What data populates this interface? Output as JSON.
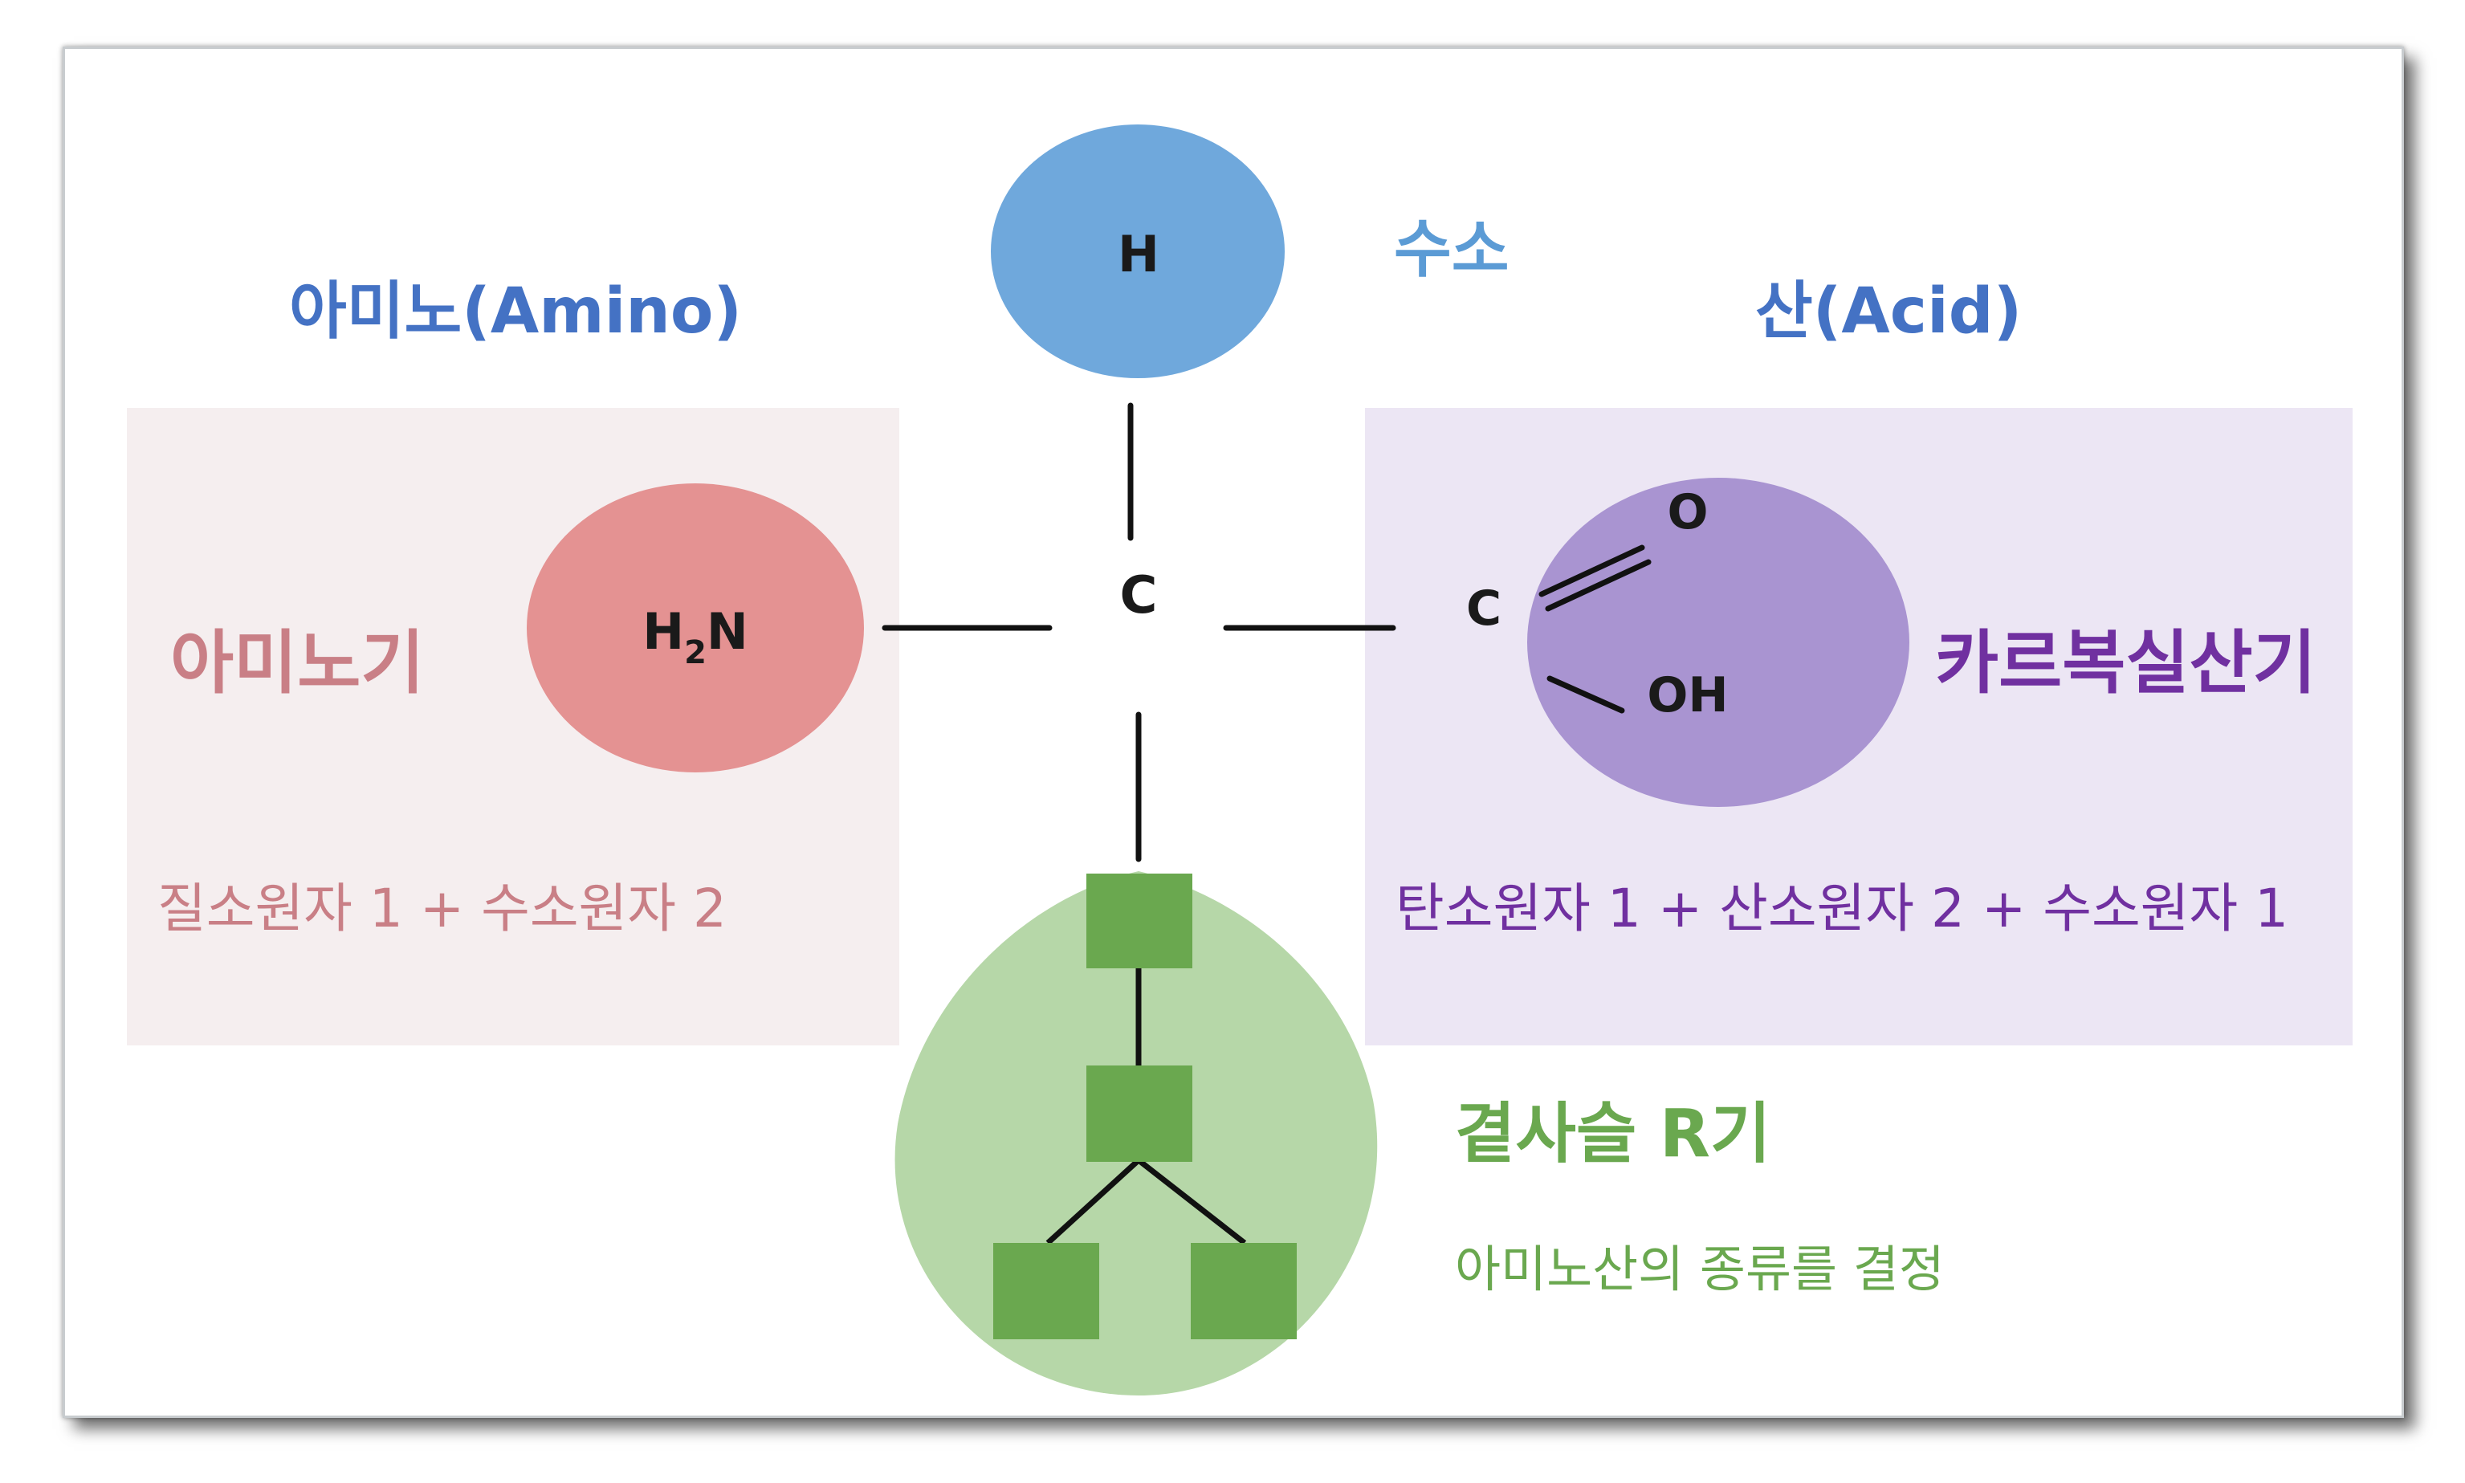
{
  "colors": {
    "hydrogen": "#6fa8dc",
    "amino": "#e49292",
    "amino_panel": "#f5eeef",
    "acid": "#a994d1",
    "acid_panel": "#ece6f4",
    "side_chain": "#b6d7a8",
    "side_chain_box": "#6aa84f",
    "amino_text": "#c97f86",
    "acid_text": "#7030a0",
    "title_text": "#4472c4",
    "hydrogen_text": "#5b9bd5",
    "side_text": "#6aa84f",
    "bond": "#111111"
  },
  "atoms": {
    "hydrogen": "H",
    "central_carbon": "C",
    "amino_formula": "H",
    "amino_subscript": "2",
    "amino_n": "N",
    "carboxyl_o": "O",
    "carboxyl_c": "C",
    "carboxyl_oh": "OH"
  },
  "labels": {
    "amino_title": "아미노(Amino)",
    "acid_title": "산(Acid)",
    "hydrogen_label": "수소",
    "amino_group": "아미노기",
    "amino_composition": "질소원자 1 + 수소원자 2",
    "carboxyl_group": "카르복실산기",
    "carboxyl_composition": "탄소원자 1 + 산소원자 2 + 수소원자 1",
    "side_chain": "곁사슬 R기",
    "side_chain_desc": "아미노산의 종류를 결정"
  }
}
